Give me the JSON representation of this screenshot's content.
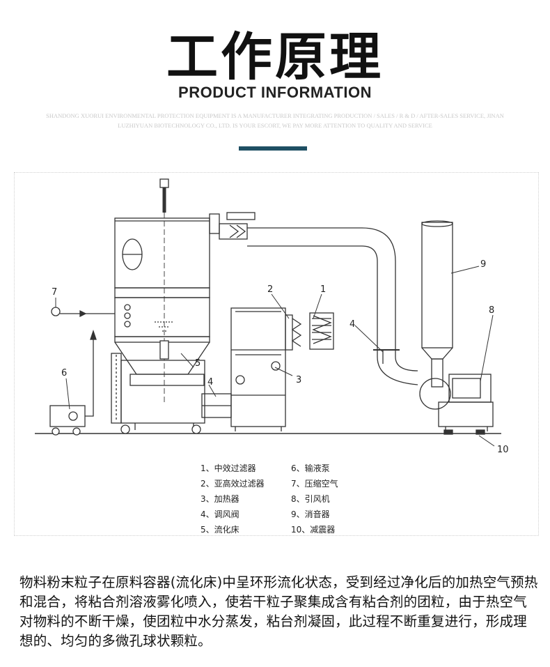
{
  "header": {
    "title": "工作原理",
    "subtitle": "PRODUCT INFORMATION",
    "faint_line1": "SHANDONG XUORUI ENVIRONMENTAL PROTECTION EQUIPMENT IS A MANUFACTURER INTEGRATING PRODUCTION / SALES / R & D / AFTER-SALES SERVICE, JINAN",
    "faint_line2": "LUZHIYUAN BIOTECHNOLOGY CO., LTD. IS YOUR ESCORT, WE PAY MORE ATTENTION TO QUALITY AND SERVICE",
    "accent_color": "#1e4f63"
  },
  "diagram": {
    "callouts": [
      "1",
      "2",
      "3",
      "4",
      "5",
      "6",
      "7",
      "8",
      "9",
      "10",
      "4"
    ],
    "legend": [
      "1、中效过滤器",
      "2、亚高效过滤器",
      "3、加热器",
      "4、调风阀",
      "5、流化床",
      "6、输液泵",
      "7、压缩空气",
      "8、引风机",
      "9、消音器",
      "10、减震器"
    ]
  },
  "description": "物料粉末粒子在原料容器(流化床)中呈环形流化状态，受到经过净化后的加热空气预热和混合，将粘合剂溶液雾化喷入，使若干粒子聚集成含有粘合剂的团粒，由于热空气对物料的不断干燥，使团粒中水分蒸发，粘台剂凝固，此过程不断重复进行，形成理想的、均匀的多微孔球状颗粒。"
}
